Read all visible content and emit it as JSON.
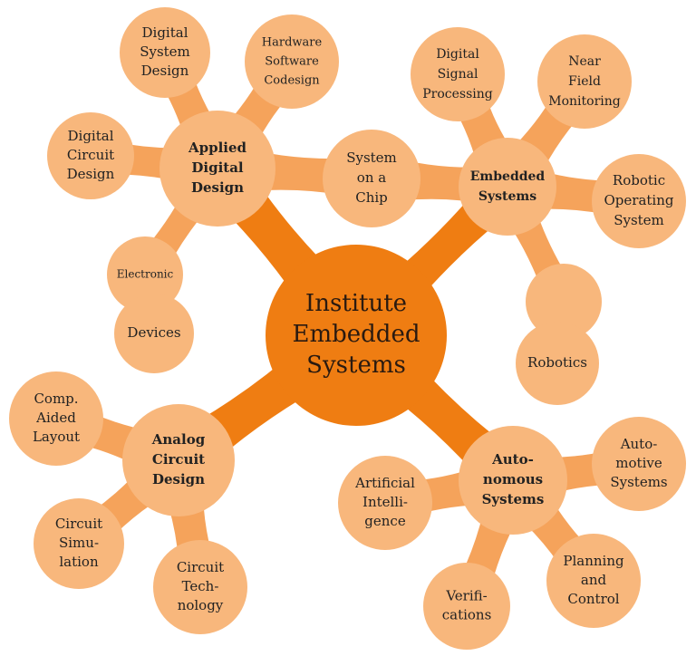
{
  "colors": {
    "center": "#ef7d12",
    "node": "#f8b77c",
    "link": "#f5a35b",
    "text": "#222222"
  },
  "center": {
    "lines": [
      "Institute",
      "Embedded",
      "Systems"
    ]
  },
  "hubs": [
    {
      "id": "applied",
      "lines": [
        "Applied",
        "Digital",
        "Design"
      ],
      "bold": true
    },
    {
      "id": "embedded",
      "lines": [
        "Embedded",
        "Systems"
      ],
      "bold": true
    },
    {
      "id": "analog",
      "lines": [
        "Analog",
        "Circuit",
        "Design"
      ],
      "bold": true
    },
    {
      "id": "autonomous",
      "lines": [
        "Auto-",
        "nomous",
        "Systems"
      ],
      "bold": true
    }
  ],
  "leaves": [
    {
      "id": "digital-system-design",
      "lines": [
        "Digital",
        "System",
        "Design"
      ]
    },
    {
      "id": "hw-sw-codesign",
      "lines": [
        "Hardware",
        "Software",
        "Codesign"
      ]
    },
    {
      "id": "digital-circuit-design",
      "lines": [
        "Digital",
        "Circuit",
        "Design"
      ]
    },
    {
      "id": "system-on-chip",
      "lines": [
        "System",
        "on a",
        "Chip"
      ]
    },
    {
      "id": "electronic",
      "lines": [
        "Electronic"
      ]
    },
    {
      "id": "devices",
      "lines": [
        "Devices"
      ]
    },
    {
      "id": "digital-signal-processing",
      "lines": [
        "Digital",
        "Signal",
        "Processing"
      ]
    },
    {
      "id": "near-field-monitoring",
      "lines": [
        "Near",
        "Field",
        "Monitoring"
      ]
    },
    {
      "id": "robotic-os",
      "lines": [
        "Robotic",
        "Operating",
        "System"
      ]
    },
    {
      "id": "robotics-top",
      "lines": []
    },
    {
      "id": "robotics",
      "lines": [
        "Robotics"
      ]
    },
    {
      "id": "comp-aided-layout",
      "lines": [
        "Comp.",
        "Aided",
        "Layout"
      ]
    },
    {
      "id": "circuit-simulation",
      "lines": [
        "Circuit",
        "Simu-",
        "lation"
      ]
    },
    {
      "id": "circuit-technology",
      "lines": [
        "Circuit",
        "Tech-",
        "nology"
      ]
    },
    {
      "id": "artificial-intelligence",
      "lines": [
        "Artificial",
        "Intelli-",
        "gence"
      ]
    },
    {
      "id": "automotive-systems",
      "lines": [
        "Auto-",
        "motive",
        "Systems"
      ]
    },
    {
      "id": "planning-control",
      "lines": [
        "Planning",
        "and",
        "Control"
      ]
    },
    {
      "id": "verifications",
      "lines": [
        "Verifi-",
        "cations"
      ]
    }
  ]
}
